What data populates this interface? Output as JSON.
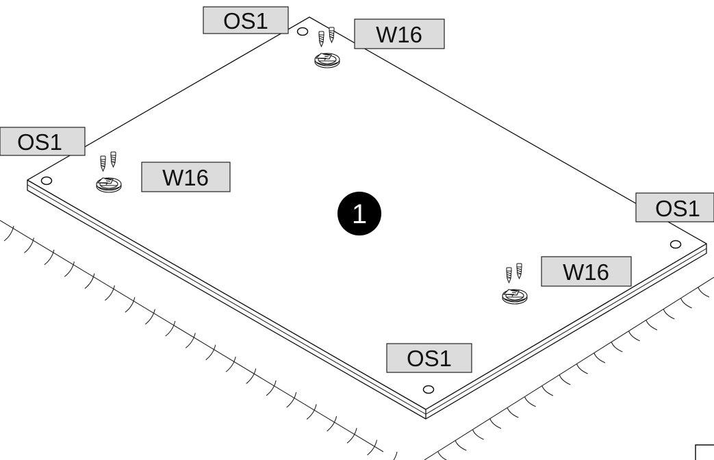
{
  "diagram": {
    "step_number": "1",
    "parts": {
      "os1": "OS1",
      "w16": "W16"
    }
  }
}
